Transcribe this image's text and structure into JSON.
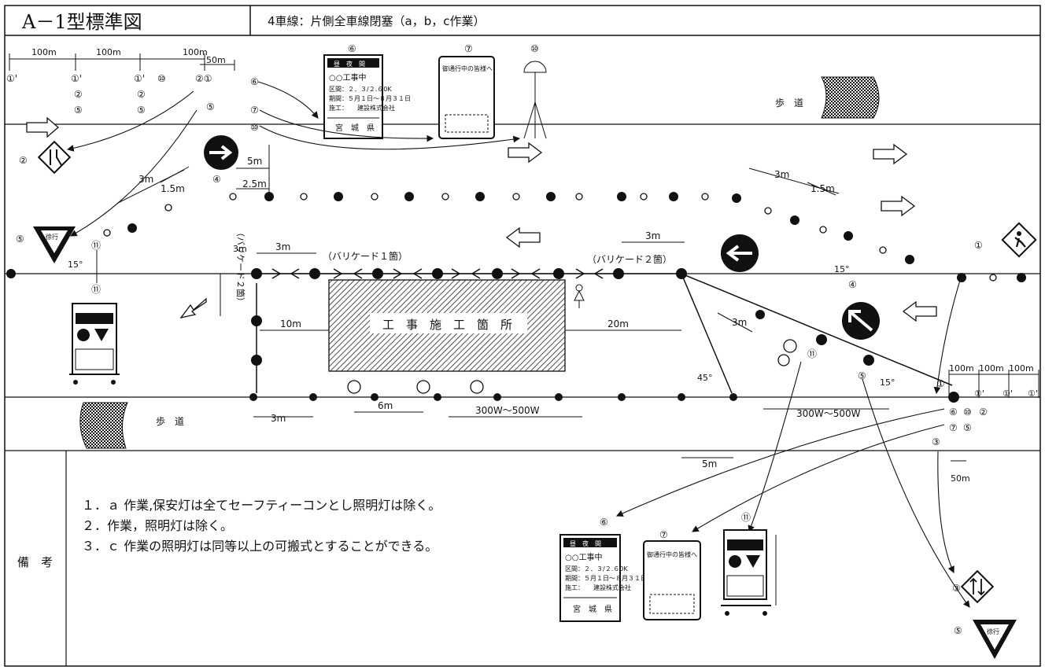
{
  "header": {
    "title": "A－1型標準図",
    "subtitle": "4車線：片側全車線閉塞（a，b，c作業）"
  },
  "distances": {
    "top": [
      "100m",
      "100m",
      "100m",
      "50m"
    ],
    "bottom_right": [
      "100m",
      "100m",
      "100m",
      "50m"
    ],
    "offsets": [
      "3m",
      "1.5m",
      "5m",
      "2.5m",
      "3m",
      "1.5m",
      "3m",
      "3m",
      "3m",
      "10m",
      "20m",
      "3m",
      "6m",
      "3m",
      "5m"
    ],
    "angles": [
      "15°",
      "15°",
      "45°",
      "15°"
    ]
  },
  "labels": {
    "sidewalk": "歩　道",
    "work_zone": "工　事　施　工　箇　所",
    "barricade1": "（バリケード１箇）",
    "barricade2": "（バリケード２箇）",
    "barricade2_vertical": "（バリケード２箇）",
    "light_power_left": "300W～500W",
    "light_power_right": "300W～500W"
  },
  "markers": {
    "top_row": [
      "①'",
      "①'",
      "①'",
      "⑩",
      "②①"
    ],
    "left_col": [
      "②",
      "⑤"
    ],
    "numbers": [
      "⑥",
      "⑦",
      "⑩",
      "⑤",
      "④",
      "②",
      "⑤",
      "⑪",
      "①",
      "④",
      "⑤",
      "③",
      "⑥",
      "⑩",
      "②",
      "⑦",
      "⑤"
    ],
    "bottom_right_seq": [
      "①",
      "①'",
      "①'",
      "①'"
    ]
  },
  "sign_board": {
    "top": "昼　夜　間",
    "heading": "○○工事中",
    "line1": "区間：２．３/２.６0K",
    "line2": "期間：５月１日～８月３１日",
    "line3": "施工：　　建設株式会社",
    "footer": "宮　城　県"
  },
  "detour_board": {
    "text": "御通行中の皆様へ"
  },
  "sign_text": {
    "yield": "徐行"
  },
  "notes": {
    "label": "備　考",
    "items": [
      "１．ａ 作業,保安灯は全てセーフティーコンとし照明灯は除く。",
      "２．作業，照明灯は除く。",
      "３．ｃ 作業の照明灯は同等以上の可搬式とすることができる。"
    ]
  },
  "legend_labels": [
    "⑥",
    "⑦",
    "⑪",
    "③",
    "⑤"
  ],
  "colors": {
    "line": "#111111",
    "fill_dark": "#111111",
    "paper": "#ffffff"
  }
}
